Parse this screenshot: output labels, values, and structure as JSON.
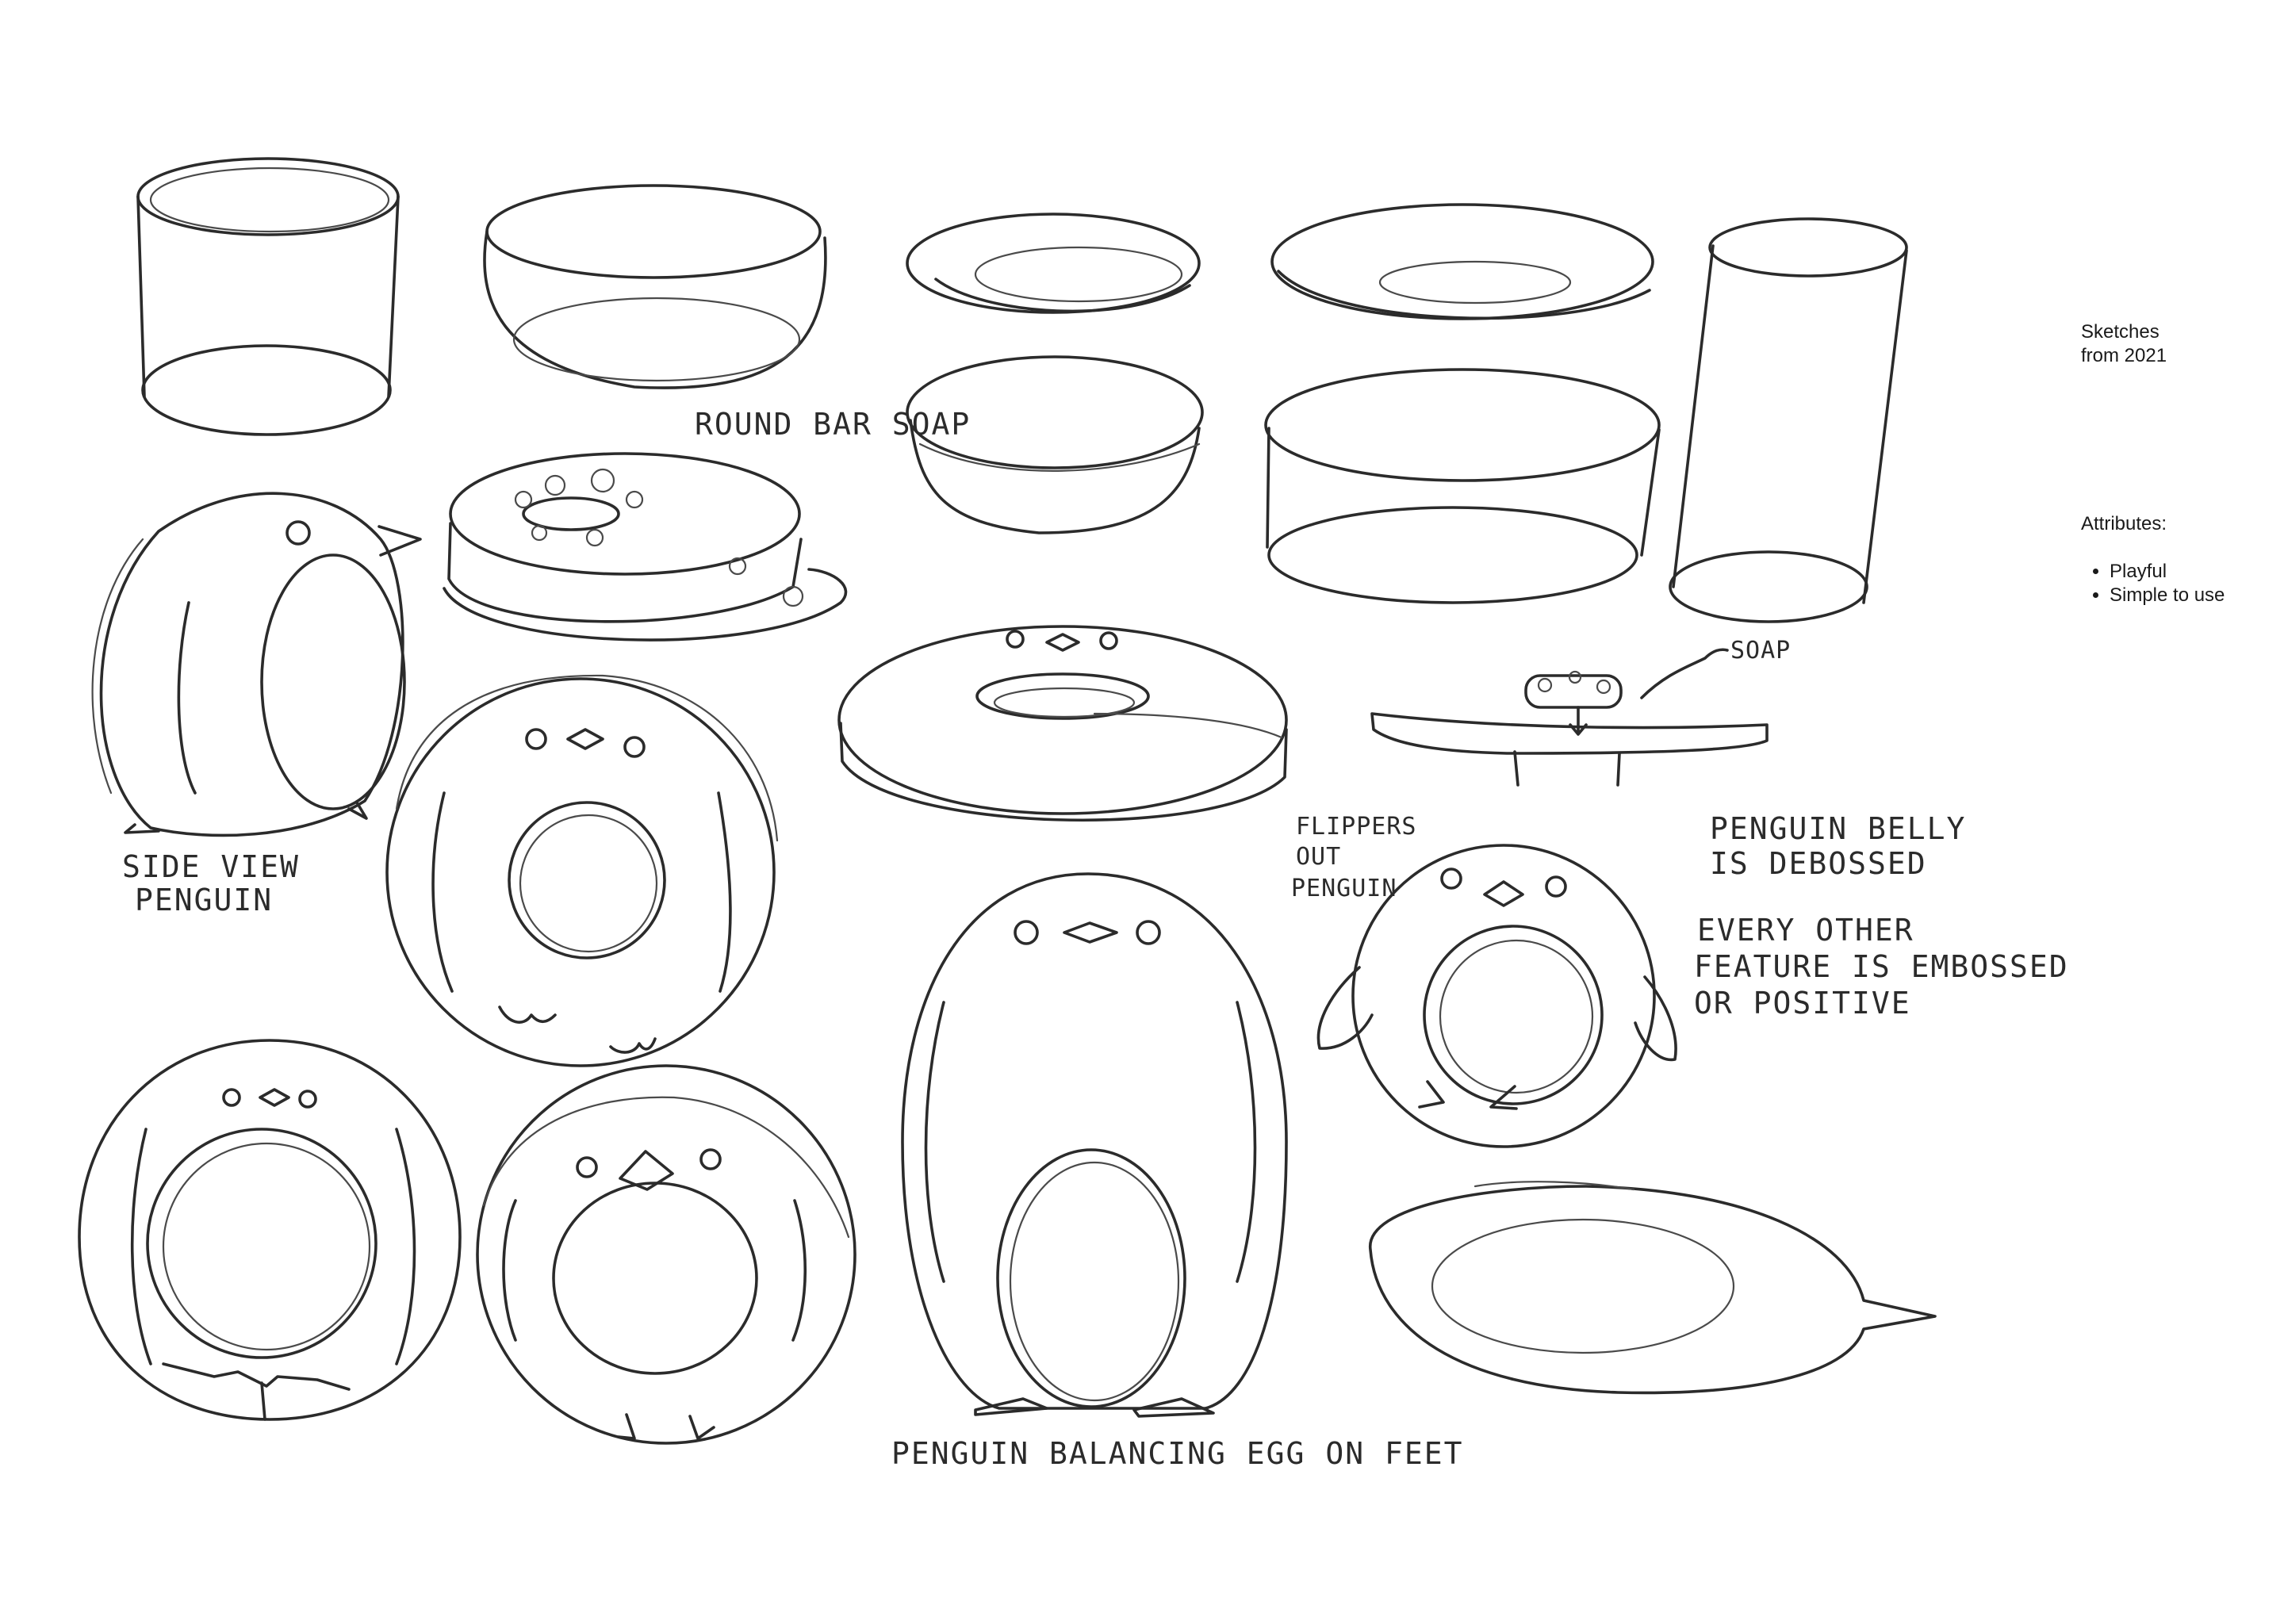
{
  "notes": {
    "sketches_line1": "Sketches",
    "sketches_line2": "from 2021",
    "attributes_title": "Attributes:",
    "attributes": [
      "Playful",
      "Simple to use"
    ]
  },
  "labels": {
    "round_bar_soap": "ROUND BAR SOAP",
    "side_view_1": "SIDE VIEW",
    "side_view_2": "PENGUIN",
    "soap": "SOAP",
    "flippers_1": "FLIPPERS",
    "flippers_2": "OUT",
    "flippers_3": "PENGUIN",
    "belly_1": "PENGUIN BELLY",
    "belly_2": "IS DEBOSSED",
    "emboss_1": "EVERY OTHER",
    "emboss_2": "FEATURE IS EMBOSSED",
    "emboss_3": "OR POSITIVE",
    "egg_feet": "PENGUIN BALANCING EGG ON FEET"
  },
  "colors": {
    "ink": "#2b2b2b",
    "paper": "#ffffff",
    "text": "#1a1a1a"
  }
}
